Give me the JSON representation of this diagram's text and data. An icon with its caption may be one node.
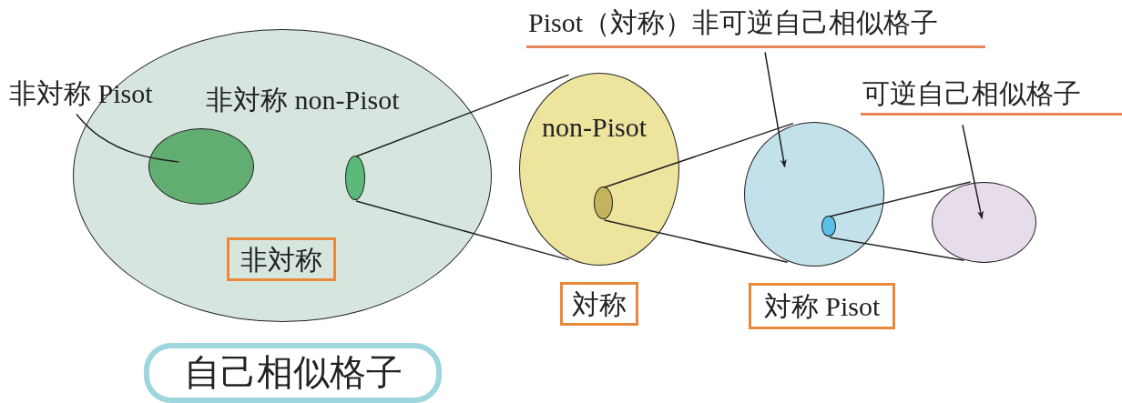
{
  "diagram": {
    "nodes": [
      {
        "text": [
          "非対称 non-Pisot"
        ]
      },
      {
        "text": [
          "非対称"
        ],
        "in": 0
      },
      {
        "text": [],
        "shape": "circle",
        "in": 0
      },
      {
        "text": [],
        "shape": "circle",
        "in": 0
      },
      {
        "text": [
          "非対称 Pisot"
        ]
      },
      {
        "text": [
          "Pisot（対称）非可逆自己相似格子"
        ]
      },
      {
        "text": [
          "non-Pisot"
        ]
      },
      {
        "text": [],
        "shape": "circle",
        "in": 6
      },
      {
        "text": [
          "可逆自己相似格子"
        ]
      },
      {
        "text": [],
        "shape": "circle"
      },
      {
        "text": [],
        "shape": "circle",
        "in": 9
      },
      {
        "text": [],
        "shape": "circle"
      },
      {
        "text": [
          "対称"
        ]
      },
      {
        "text": [
          "対称 Pisot"
        ]
      },
      {
        "text": [
          "自己相似格子"
        ]
      }
    ],
    "edges": [
      {
        "from": 4,
        "to": 2,
        "arrow": "none"
      },
      {
        "from": 3,
        "to": 6,
        "arrow": "none"
      },
      {
        "from": 3,
        "to": 6,
        "arrow": "none"
      },
      {
        "from": 7,
        "to": 9,
        "arrow": "none"
      },
      {
        "from": 7,
        "to": 9,
        "arrow": "none"
      },
      {
        "from": 10,
        "to": 11,
        "arrow": "none"
      },
      {
        "from": 10,
        "to": 11,
        "arrow": "none"
      },
      {
        "from": 5,
        "to": 9,
        "arrow": "to"
      },
      {
        "from": 8,
        "to": 11,
        "arrow": "to"
      }
    ]
  }
}
